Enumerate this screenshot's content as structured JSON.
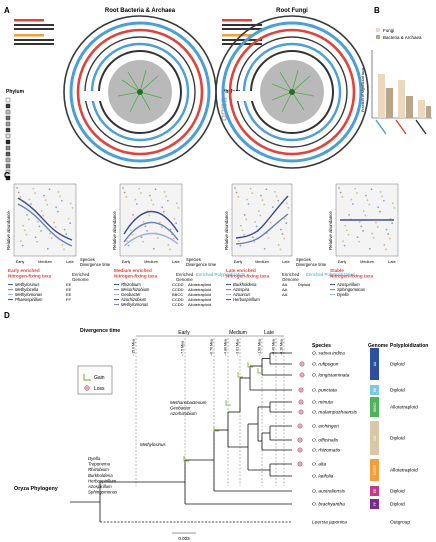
{
  "panel_letters": {
    "a": "A",
    "b": "B",
    "c": "C",
    "d": "D"
  },
  "panel_a": {
    "left_title": "Root Bacteria & Archaea",
    "right_title": "Root Fungi",
    "phylum_label": "Phylum"
  },
  "panel_b": {
    "legend": [
      "Fungi",
      "Bacteria & Archaea"
    ],
    "ylabel": "Fraction of significant taxa",
    "colors": {
      "fungi": "#ead9bf",
      "bacteria": "#b8a58a"
    }
  },
  "panel_c": {
    "ylabel": "Relative abundance",
    "x_ticks": [
      "Early",
      "Medium",
      "Late"
    ],
    "col_species": "Species",
    "col_divergence": "Divergence time",
    "col_enriched": "Enriched",
    "col_genome": "Genome",
    "col_poly": "Enriched Polyploidization",
    "groups": [
      {
        "title": "Early enriched\nNitrogen-fixing taxa",
        "color": "#e0433a",
        "taxa": [
          "Methylosinus",
          "Methylocella",
          "Methylomonas",
          "Phaeospirillum"
        ],
        "genomes": [
          "EE",
          "EE",
          "EE",
          "FF"
        ]
      },
      {
        "title": "Medium enriched\nNitrogen-fixing taxa",
        "color": "#e0433a",
        "taxa": [
          "Rhizobium",
          "Mesorhizobium",
          "Geobacter",
          "Azorhizobium",
          "Methylomonas"
        ],
        "genomes": [
          "CCDD",
          "CCDD",
          "BBCC",
          "CCDD",
          "CCDD"
        ],
        "poly": [
          "Allotetraploid",
          "Allotetraploid",
          "Allotetraploid",
          "Allotetraploid",
          "Allotetraploid"
        ]
      },
      {
        "title": "Late enriched\nNitrogen-fixing taxa",
        "color": "#e0433a",
        "taxa": [
          "Burkholderia",
          "Azospira",
          "Azoarcus",
          "Herbaspirillum"
        ],
        "genomes": [
          "AA",
          "AA",
          "AA",
          ""
        ],
        "poly": [
          "Diploid",
          "",
          "",
          ""
        ]
      },
      {
        "title": "Stable\nNitrogen-fixing taxa",
        "color": "#e0433a",
        "taxa": [
          "Azospirillum",
          "Sphingomonas",
          "Dyella"
        ]
      }
    ]
  },
  "panel_d": {
    "divergence_label": "Divergence time",
    "periods": [
      "Early",
      "Medium",
      "Late"
    ],
    "mya": [
      "~15.0 Mya",
      "~7.5 Mya",
      "~6.76 Mya",
      "~4.80 Mya",
      "~3.61 Mya",
      "~1.90 Mya",
      "~0.40 Mya",
      "~0.16 Mya"
    ],
    "legend_gain": "Gain",
    "legend_loss": "Loss",
    "col_species": "Species",
    "col_genome": "Genome",
    "col_poly": "Polyploidization",
    "phylogeny_label": "Oryza Phylogeny",
    "scale": "0.003",
    "gains": {
      "base": [
        "Dyella",
        "Treponema",
        "Rhizobium",
        "Burkholderia",
        "Herbaspirillum",
        "Azospirillum",
        "Sphingomonas"
      ],
      "mid": [
        "Methylosinus"
      ],
      "node": [
        "Methanobacterium",
        "Geobacter",
        "Azorhizobium"
      ]
    },
    "species": [
      {
        "name": "O. sativa indica",
        "color": "#2f4f9f"
      },
      {
        "name": "O. rufipogon",
        "color": "#2f4f9f"
      },
      {
        "name": "O. longistaminata",
        "color": "#2f4f9f"
      },
      {
        "name": "O. punctata",
        "color": "#7ec8e3"
      },
      {
        "name": "O. minuta",
        "color": "#4fb35a"
      },
      {
        "name": "O. malampuzhaensis",
        "color": "#4fb35a"
      },
      {
        "name": "O. eichingeri",
        "color": "#d9c8a8"
      },
      {
        "name": "O. officinalis",
        "color": "#d9c8a8"
      },
      {
        "name": "O. rhizomatis",
        "color": "#d9c8a8"
      },
      {
        "name": "O. alta",
        "color": "#f0a03c"
      },
      {
        "name": "O. latifolia",
        "color": "#f0a03c"
      },
      {
        "name": "O. australiensis",
        "color": "#c43a8a"
      },
      {
        "name": "O. brachyantha",
        "color": "#7a2a8a"
      },
      {
        "name": "Leersia japonica",
        "color": "#ffffff"
      }
    ],
    "genomes": [
      "AA",
      "BB",
      "BBCC",
      "CC",
      "CCDD",
      "EE",
      "FF"
    ],
    "ploidy": [
      "Diploid",
      "Diploid",
      "Allotetraploid",
      "Diploid",
      "Allotetraploid",
      "Diploid",
      "Diploid",
      "Outgroup"
    ]
  }
}
